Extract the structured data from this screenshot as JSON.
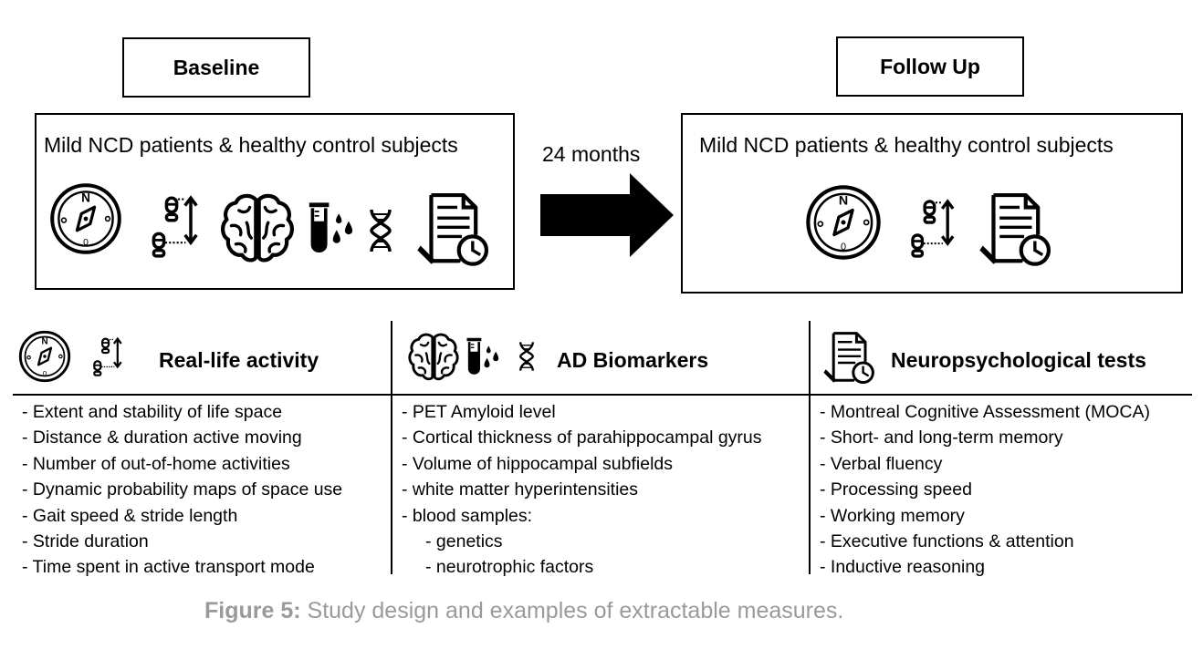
{
  "baseline": {
    "label": "Baseline",
    "subjects": "Mild NCD patients & healthy control subjects",
    "icons": [
      "compass-icon",
      "footsteps-icon",
      "brain-icon",
      "test-tube-icon",
      "dna-icon",
      "document-clock-icon"
    ]
  },
  "interval": {
    "label": "24 months"
  },
  "followup": {
    "label": "Follow Up",
    "subjects": "Mild NCD patients & healthy control subjects",
    "icons": [
      "compass-icon",
      "footsteps-icon",
      "document-clock-icon"
    ]
  },
  "columns": [
    {
      "title": "Real-life activity",
      "items": [
        "- Extent and stability of life space",
        "- Distance & duration active moving",
        "- Number of out-of-home activities",
        "- Dynamic probability maps of space use",
        "- Gait speed & stride length",
        "- Stride duration",
        "- Time spent in active transport mode"
      ]
    },
    {
      "title": "AD Biomarkers",
      "items": [
        "- PET Amyloid level",
        "- Cortical thickness of parahippocampal gyrus",
        "- Volume of hippocampal subfields",
        "- white matter hyperintensities",
        "- blood samples:",
        "- genetics",
        "- neurotrophic factors"
      ]
    },
    {
      "title": "Neuropsychological tests",
      "items": [
        "- Montreal Cognitive Assessment (MOCA)",
        "- Short- and long-term memory",
        "- Verbal fluency",
        "- Processing speed",
        "- Working memory",
        "- Executive functions & attention",
        "- Inductive reasoning"
      ]
    }
  ],
  "caption": {
    "prefix": "Figure 5:",
    "text": " Study design and examples of extractable measures."
  }
}
